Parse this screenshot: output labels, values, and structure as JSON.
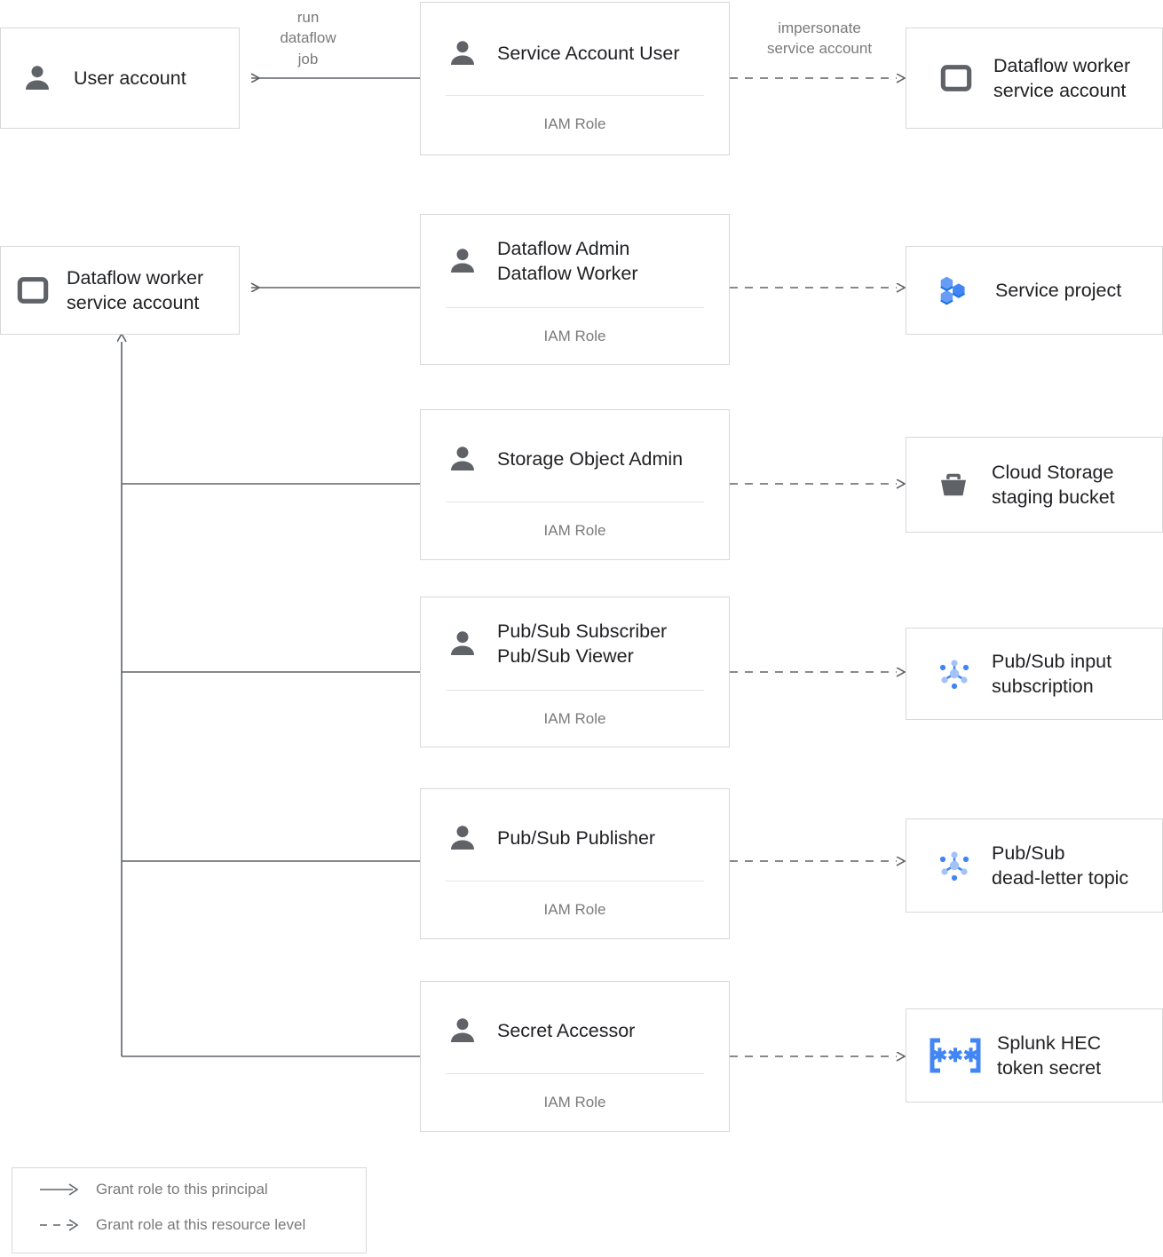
{
  "colors": {
    "box_border": "#d8d8d8",
    "line": "#5f6368",
    "icon_gray": "#5f6368",
    "accent_blue": "#4285f4",
    "accent_blue_light": "#a3c2f7",
    "text": "#202124",
    "muted_text": "#7a7a7a",
    "divider": "#e4e4e4"
  },
  "rows": [
    {
      "id": "row-service-account-user",
      "principal": {
        "label": "User account",
        "icon": "person-icon"
      },
      "role_card": {
        "label": "Service Account User",
        "icon": "person-icon",
        "sublabel": "IAM Role"
      },
      "resource": {
        "label": "Dataflow worker\nservice account",
        "icon": "service-account-icon"
      },
      "left_edge_caption": "run\ndataflow\njob",
      "right_edge_caption": "impersonate\nservice account"
    },
    {
      "id": "row-dataflow-admin",
      "principal": {
        "label": "Dataflow worker\nservice account",
        "icon": "service-account-icon"
      },
      "role_card": {
        "label": "Dataflow Admin\nDataflow Worker",
        "icon": "person-icon",
        "sublabel": "IAM Role"
      },
      "resource": {
        "label": "Service project",
        "icon": "project-hexagons-icon"
      },
      "left_edge_caption": "",
      "right_edge_caption": ""
    },
    {
      "id": "row-storage-object-admin",
      "principal": null,
      "role_card": {
        "label": "Storage Object Admin",
        "icon": "person-icon",
        "sublabel": "IAM Role"
      },
      "resource": {
        "label": "Cloud Storage\nstaging bucket",
        "icon": "cloud-storage-bucket-icon"
      },
      "left_edge_caption": "",
      "right_edge_caption": ""
    },
    {
      "id": "row-pubsub-subscriber",
      "principal": null,
      "role_card": {
        "label": "Pub/Sub Subscriber\nPub/Sub Viewer",
        "icon": "person-icon",
        "sublabel": "IAM Role"
      },
      "resource": {
        "label": "Pub/Sub input\nsubscription",
        "icon": "pubsub-icon"
      },
      "left_edge_caption": "",
      "right_edge_caption": ""
    },
    {
      "id": "row-pubsub-publisher",
      "principal": null,
      "role_card": {
        "label": "Pub/Sub Publisher",
        "icon": "person-icon",
        "sublabel": "IAM Role"
      },
      "resource": {
        "label": "Pub/Sub\ndead-letter topic",
        "icon": "pubsub-icon"
      },
      "left_edge_caption": "",
      "right_edge_caption": ""
    },
    {
      "id": "row-secret-accessor",
      "principal": null,
      "role_card": {
        "label": "Secret Accessor",
        "icon": "person-icon",
        "sublabel": "IAM Role"
      },
      "resource": {
        "label": "Splunk HEC\ntoken secret",
        "icon": "secret-manager-icon"
      },
      "left_edge_caption": "",
      "right_edge_caption": ""
    }
  ],
  "legend": {
    "items": [
      {
        "glyph": "solid-arrow-icon",
        "label": "Grant role to this principal"
      },
      {
        "glyph": "dashed-arrow-icon",
        "label": "Grant role at this resource level"
      }
    ]
  }
}
